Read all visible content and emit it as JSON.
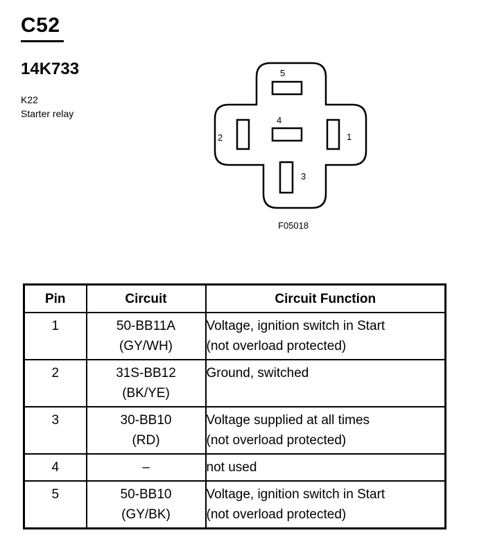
{
  "header": {
    "connector_id": "C52",
    "part_number": "14K733",
    "reference": "K22",
    "description": "Starter relay"
  },
  "diagram": {
    "figure_code": "F05018",
    "pin_labels": [
      "5",
      "4",
      "2",
      "1",
      "3"
    ]
  },
  "table": {
    "headers": [
      "Pin",
      "Circuit",
      "Circuit Function"
    ],
    "rows": [
      {
        "pin": "1",
        "circuit": [
          "50-BB11A",
          "(GY/WH)"
        ],
        "function": [
          "Voltage, ignition switch in Start",
          "(not overload protected)"
        ]
      },
      {
        "pin": "2",
        "circuit": [
          "31S-BB12",
          "(BK/YE)"
        ],
        "function": [
          "Ground, switched",
          ""
        ]
      },
      {
        "pin": "3",
        "circuit": [
          "30-BB10",
          "(RD)"
        ],
        "function": [
          "Voltage supplied at all times",
          "(not overload protected)"
        ]
      },
      {
        "pin": "4",
        "circuit": [
          "–",
          ""
        ],
        "function": [
          "not used",
          ""
        ]
      },
      {
        "pin": "5",
        "circuit": [
          "50-BB10",
          "(GY/BK)"
        ],
        "function": [
          "Voltage, ignition switch in Start",
          "(not overload protected)"
        ]
      }
    ]
  }
}
